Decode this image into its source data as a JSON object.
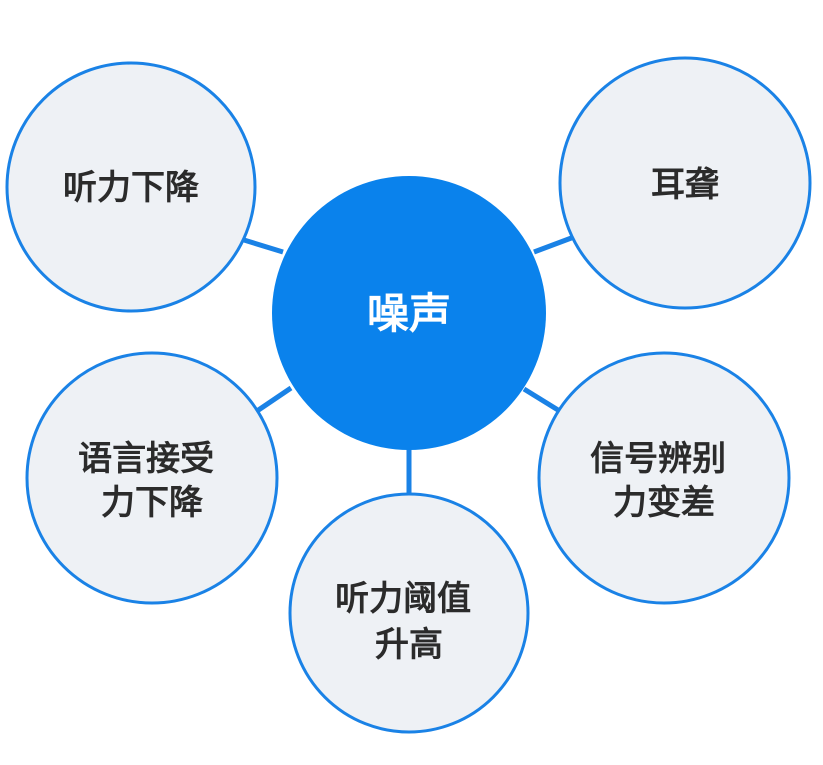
{
  "center": {
    "label": "噪声",
    "color": "#0a82ec"
  },
  "nodes": [
    {
      "lines": [
        "听力下降"
      ]
    },
    {
      "lines": [
        "耳聋"
      ]
    },
    {
      "lines": [
        "语言接受",
        "力下降"
      ]
    },
    {
      "lines": [
        "听力阈值",
        "升高"
      ]
    },
    {
      "lines": [
        "信号辨别",
        "力变差"
      ]
    }
  ],
  "style": {
    "outer_fill": "#eef1f5",
    "outer_stroke": "#1a82e6",
    "text_color": "#2b2b2b"
  }
}
